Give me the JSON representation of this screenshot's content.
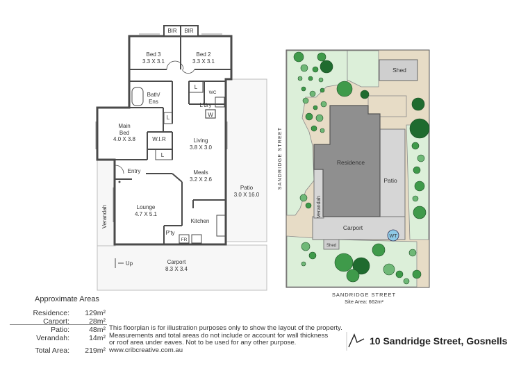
{
  "floorplan": {
    "rooms": [
      {
        "id": "bir1",
        "name": "BIR",
        "size": ""
      },
      {
        "id": "bir2",
        "name": "BIR",
        "size": ""
      },
      {
        "id": "bed3",
        "name": "Bed 3",
        "size": "3.3 X 3.1"
      },
      {
        "id": "bed2",
        "name": "Bed 2",
        "size": "3.3 X 3.1"
      },
      {
        "id": "bath",
        "name": "Bath/",
        "size": "Ens"
      },
      {
        "id": "wc",
        "name": "WC",
        "size": ""
      },
      {
        "id": "l1",
        "name": "L",
        "size": ""
      },
      {
        "id": "laundry",
        "name": "L'dry",
        "size": ""
      },
      {
        "id": "w",
        "name": "W",
        "size": ""
      },
      {
        "id": "main",
        "name": "Main",
        "size": "Bed"
      },
      {
        "id": "mainsize",
        "name": "4.0 X 3.8",
        "size": ""
      },
      {
        "id": "l2",
        "name": "L",
        "size": ""
      },
      {
        "id": "wir",
        "name": "W.I.R",
        "size": ""
      },
      {
        "id": "l3",
        "name": "L",
        "size": ""
      },
      {
        "id": "living",
        "name": "Living",
        "size": "3.8 X 3.0"
      },
      {
        "id": "entry",
        "name": "Entry",
        "size": ""
      },
      {
        "id": "meals",
        "name": "Meals",
        "size": "3.2 X 2.6"
      },
      {
        "id": "patio",
        "name": "Patio",
        "size": "3.0 X 16.0"
      },
      {
        "id": "lounge",
        "name": "Lounge",
        "size": "4.7 X 5.1"
      },
      {
        "id": "kitchen",
        "name": "Kitchen",
        "size": ""
      },
      {
        "id": "pty",
        "name": "P'ty",
        "size": ""
      },
      {
        "id": "fr",
        "name": "FR",
        "size": ""
      },
      {
        "id": "verandah",
        "name": "Verandah",
        "size": ""
      },
      {
        "id": "up",
        "name": "Up",
        "size": ""
      },
      {
        "id": "carport",
        "name": "Carport",
        "size": "8.3 X 3.4"
      }
    ]
  },
  "siteplan": {
    "street_side": "SANDRIDGE STREET",
    "street_bottom": "SANDRIDGE STREET",
    "site_area": "Site Area: 662m²",
    "labels": {
      "shed": "Shed",
      "residence": "Residence",
      "patio": "Patio",
      "verandah": "Verandah",
      "carport": "Carport",
      "wt": "WT",
      "shed_small": "Shed"
    }
  },
  "areas": {
    "heading": "Approximate Areas",
    "rows": [
      {
        "label": "Residence:",
        "value": "129m²"
      },
      {
        "label": "Carport:",
        "value": "28m²"
      },
      {
        "label": "Patio:",
        "value": "48m²"
      },
      {
        "label": "Verandah:",
        "value": "14m²"
      }
    ],
    "total": {
      "label": "Total Area:",
      "value": "219m²"
    }
  },
  "disclaimer": {
    "line1": "This floorplan is for illustration purposes only to show the layout of the property.",
    "line2": "Measurements and total areas do not include or account for wall thickness",
    "line3": "or roof area under eaves. Not to be used for any other purpose.",
    "line4": "www.cribcreative.com.au"
  },
  "address": "10 Sandridge Street, Gosnells",
  "icons": {
    "compass": "north-arrow-icon"
  },
  "colors": {
    "wall": "#4a4a4a",
    "paving": "#e7dcc6",
    "lawn": "#dcefd9",
    "roof": "#8f8f8f",
    "carport_roof": "#d9d9d9",
    "shed": "#cfcfcf",
    "tree_dark": "#1f6b2f",
    "tree_mid": "#3f9a4a",
    "water_tank": "#8ec9e6"
  }
}
